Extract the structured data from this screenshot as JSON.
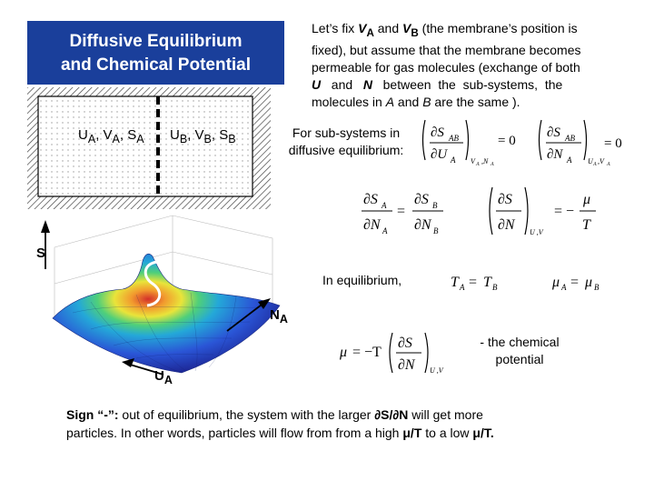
{
  "title": {
    "line1": "Diffusive Equilibrium",
    "line2": "and Chemical Potential"
  },
  "intro": {
    "line1": "Let’s fix V_A and V_B (the membrane’s position is",
    "line2": "fixed), but assume that the membrane becomes",
    "line3": "permeable for gas molecules (exchange of both",
    "line4": "U and N between the sub-systems, the",
    "line5": "molecules in A and B are the same )."
  },
  "subsystems": {
    "left": "U_A, V_A, S_A",
    "right": "U_B, V_B, S_B"
  },
  "diffusive_label": {
    "line1": "For sub-systems in",
    "line2": "diffusive equilibrium:"
  },
  "plot_labels": {
    "s_axis": "S",
    "n_axis": "N_A",
    "u_axis": "U_A"
  },
  "equilibrium_label": "In equilibrium,",
  "chemical_potential_label": {
    "line1": "- the chemical",
    "line2": "potential"
  },
  "sign_note": {
    "line1": "Sign “-”: out of equilibrium, the system with the larger ∂S/∂N will get more",
    "line2": "particles. In other words, particles will flow from from a high μ/T to a low μ/T."
  },
  "colors": {
    "title_bg": "#1a3f9b",
    "title_text": "#ffffff"
  }
}
